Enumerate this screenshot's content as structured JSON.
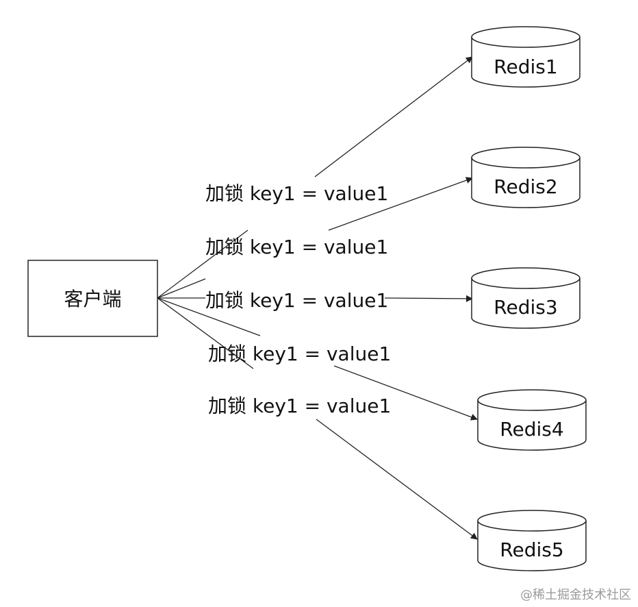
{
  "client": {
    "label": "客户端"
  },
  "servers": [
    {
      "label": "Redis1"
    },
    {
      "label": "Redis2"
    },
    {
      "label": "Redis3"
    },
    {
      "label": "Redis4"
    },
    {
      "label": "Redis5"
    }
  ],
  "edges": [
    {
      "label": "加锁 key1 = value1"
    },
    {
      "label": "加锁 key1 = value1"
    },
    {
      "label": "加锁 key1 = value1"
    },
    {
      "label": "加锁 key1 = value1"
    },
    {
      "label": "加锁 key1 = value1"
    }
  ],
  "watermark": {
    "text": "@稀土掘金技术社区"
  },
  "colors": {
    "stroke": "#222222",
    "text": "#111111",
    "background": "#ffffff",
    "watermark": "#9a9a9a"
  }
}
